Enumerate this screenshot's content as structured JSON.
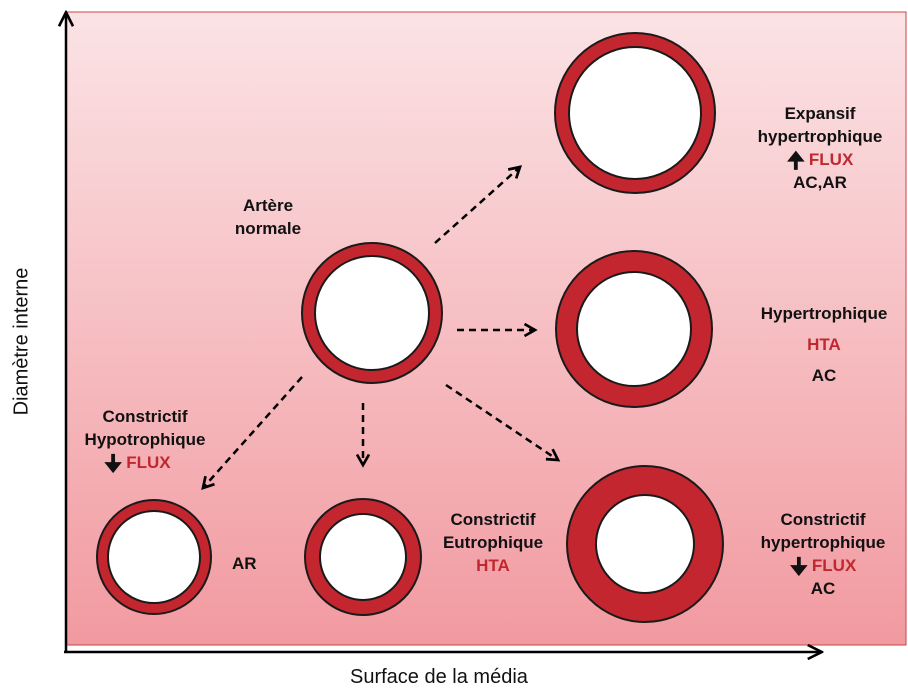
{
  "axes": {
    "x_label": "Surface de la média",
    "y_label": "Diamètre interne"
  },
  "colors": {
    "vessel_wall": "#c3262e",
    "lumen": "#ffffff",
    "background_top": "#fbe3e5",
    "background_bottom": "#f19aa0",
    "accent_text": "#c0282f"
  },
  "labels": {
    "normal": {
      "line1": "Artère",
      "line2": "normale"
    },
    "expansif": {
      "line1": "Expansif",
      "line2": "hypertrophique",
      "arrow": "up-arrow-icon",
      "flux": "FLUX",
      "line4": "AC,AR"
    },
    "hypertrophique": {
      "line1": "Hypertrophique",
      "hta": "HTA",
      "line3": "AC"
    },
    "constrictif_hypo": {
      "line1": "Constrictif",
      "line2": "Hypotrophique",
      "arrow": "down-arrow-icon",
      "flux": "FLUX"
    },
    "ar_small": {
      "text": "AR"
    },
    "constrictif_eutro": {
      "line1": "Constrictif",
      "line2": "Eutrophique",
      "hta": "HTA"
    },
    "constrictif_hyper": {
      "line1": "Constrictif",
      "line2": "hypertrophique",
      "arrow": "down-arrow-icon",
      "flux": "FLUX",
      "line4": "AC"
    }
  }
}
